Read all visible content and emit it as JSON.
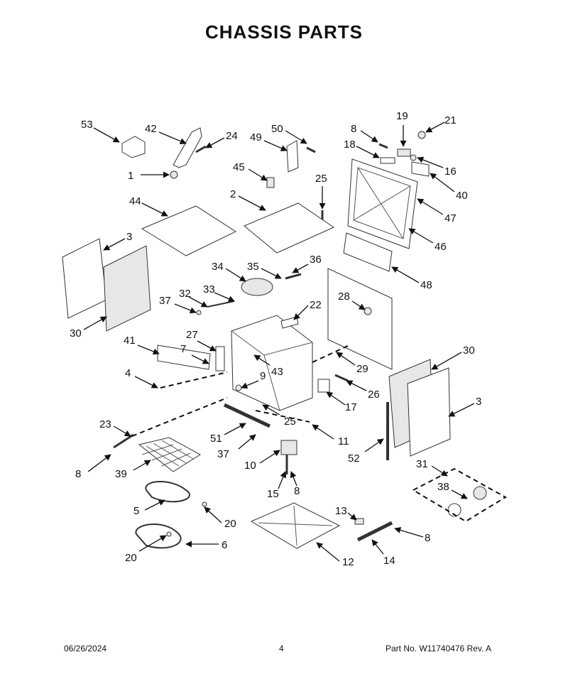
{
  "title": "CHASSIS PARTS",
  "footer": {
    "date": "06/26/2024",
    "page": "4",
    "part": "Part No.  W11740476  Rev.  A"
  },
  "callouts": [
    {
      "id": "c53",
      "label": "53"
    },
    {
      "id": "c42",
      "label": "42"
    },
    {
      "id": "c24",
      "label": "24"
    },
    {
      "id": "c1",
      "label": "1"
    },
    {
      "id": "c45",
      "label": "45"
    },
    {
      "id": "c49",
      "label": "49"
    },
    {
      "id": "c50",
      "label": "50"
    },
    {
      "id": "c25a",
      "label": "25"
    },
    {
      "id": "c8a",
      "label": "8"
    },
    {
      "id": "c19",
      "label": "19"
    },
    {
      "id": "c21",
      "label": "21"
    },
    {
      "id": "c18",
      "label": "18"
    },
    {
      "id": "c16",
      "label": "16"
    },
    {
      "id": "c40",
      "label": "40"
    },
    {
      "id": "c47",
      "label": "47"
    },
    {
      "id": "c46",
      "label": "46"
    },
    {
      "id": "c44",
      "label": "44"
    },
    {
      "id": "c2",
      "label": "2"
    },
    {
      "id": "c3a",
      "label": "3"
    },
    {
      "id": "c30a",
      "label": "30"
    },
    {
      "id": "c34",
      "label": "34"
    },
    {
      "id": "c35",
      "label": "35"
    },
    {
      "id": "c36",
      "label": "36"
    },
    {
      "id": "c48",
      "label": "48"
    },
    {
      "id": "c37a",
      "label": "37"
    },
    {
      "id": "c32",
      "label": "32"
    },
    {
      "id": "c33",
      "label": "33"
    },
    {
      "id": "c28",
      "label": "28"
    },
    {
      "id": "c22",
      "label": "22"
    },
    {
      "id": "c41",
      "label": "41"
    },
    {
      "id": "c27",
      "label": "27"
    },
    {
      "id": "c7",
      "label": "7"
    },
    {
      "id": "c43",
      "label": "43"
    },
    {
      "id": "c9",
      "label": "9"
    },
    {
      "id": "c29",
      "label": "29"
    },
    {
      "id": "c30b",
      "label": "30"
    },
    {
      "id": "c4",
      "label": "4"
    },
    {
      "id": "c26",
      "label": "26"
    },
    {
      "id": "c17",
      "label": "17"
    },
    {
      "id": "c3b",
      "label": "3"
    },
    {
      "id": "c23",
      "label": "23"
    },
    {
      "id": "c25b",
      "label": "25"
    },
    {
      "id": "c11",
      "label": "11"
    },
    {
      "id": "c51",
      "label": "51"
    },
    {
      "id": "c37b",
      "label": "37"
    },
    {
      "id": "c52",
      "label": "52"
    },
    {
      "id": "c8b",
      "label": "8"
    },
    {
      "id": "c39",
      "label": "39"
    },
    {
      "id": "c10",
      "label": "10"
    },
    {
      "id": "c31",
      "label": "31"
    },
    {
      "id": "c15",
      "label": "15"
    },
    {
      "id": "c8c",
      "label": "8"
    },
    {
      "id": "c38",
      "label": "38"
    },
    {
      "id": "c5",
      "label": "5"
    },
    {
      "id": "c20a",
      "label": "20"
    },
    {
      "id": "c13",
      "label": "13"
    },
    {
      "id": "c8d",
      "label": "8"
    },
    {
      "id": "c20b",
      "label": "20"
    },
    {
      "id": "c6",
      "label": "6"
    },
    {
      "id": "c12",
      "label": "12"
    },
    {
      "id": "c14",
      "label": "14"
    }
  ]
}
